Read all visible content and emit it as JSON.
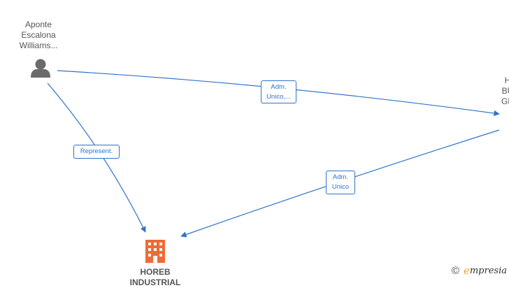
{
  "nodes": {
    "person": {
      "lines": [
        "Aponte",
        "Escalona",
        "Williams..."
      ],
      "icon": "person-icon"
    },
    "holding": {
      "lines": [
        "H",
        "BU",
        "GR"
      ]
    },
    "company": {
      "lines": [
        "HOREB",
        "INDUSTRIAL"
      ],
      "icon": "building-icon"
    }
  },
  "edges": {
    "adm_unico_1": {
      "lines": [
        "Adm.",
        "Unico,..."
      ]
    },
    "represent": {
      "lines": [
        "Represent."
      ]
    },
    "adm_unico_2": {
      "lines": [
        "Adm.",
        "Unico"
      ]
    }
  },
  "colors": {
    "edge": "#2f73c9",
    "person_icon": "#6b6b6b",
    "company_icon": "#f06a35",
    "label": "#555555"
  },
  "watermark": {
    "copyright": "©",
    "brand_first": "e",
    "brand_rest": "mpresia"
  }
}
